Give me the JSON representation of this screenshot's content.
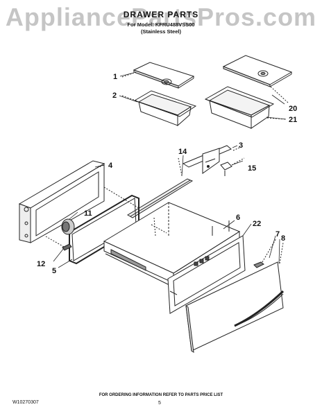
{
  "watermark": "AppliancePartsPros.com",
  "header": {
    "title": "DRAWER PARTS",
    "model_line": "For Model: KFRU488VSS00",
    "finish_line": "(Stainless Steel)"
  },
  "callouts": {
    "c1": "1",
    "c2": "2",
    "c3": "3",
    "c4": "4",
    "c5": "5",
    "c6": "6",
    "c7": "7",
    "c8": "8",
    "c11": "11",
    "c12": "12",
    "c14": "14",
    "c15": "15",
    "c20": "20",
    "c21": "21",
    "c22": "22"
  },
  "footer": {
    "note": "FOR ORDERING INFORMATION REFER TO PARTS PRICE LIST",
    "doc_code": "W10270307",
    "page": "5"
  }
}
